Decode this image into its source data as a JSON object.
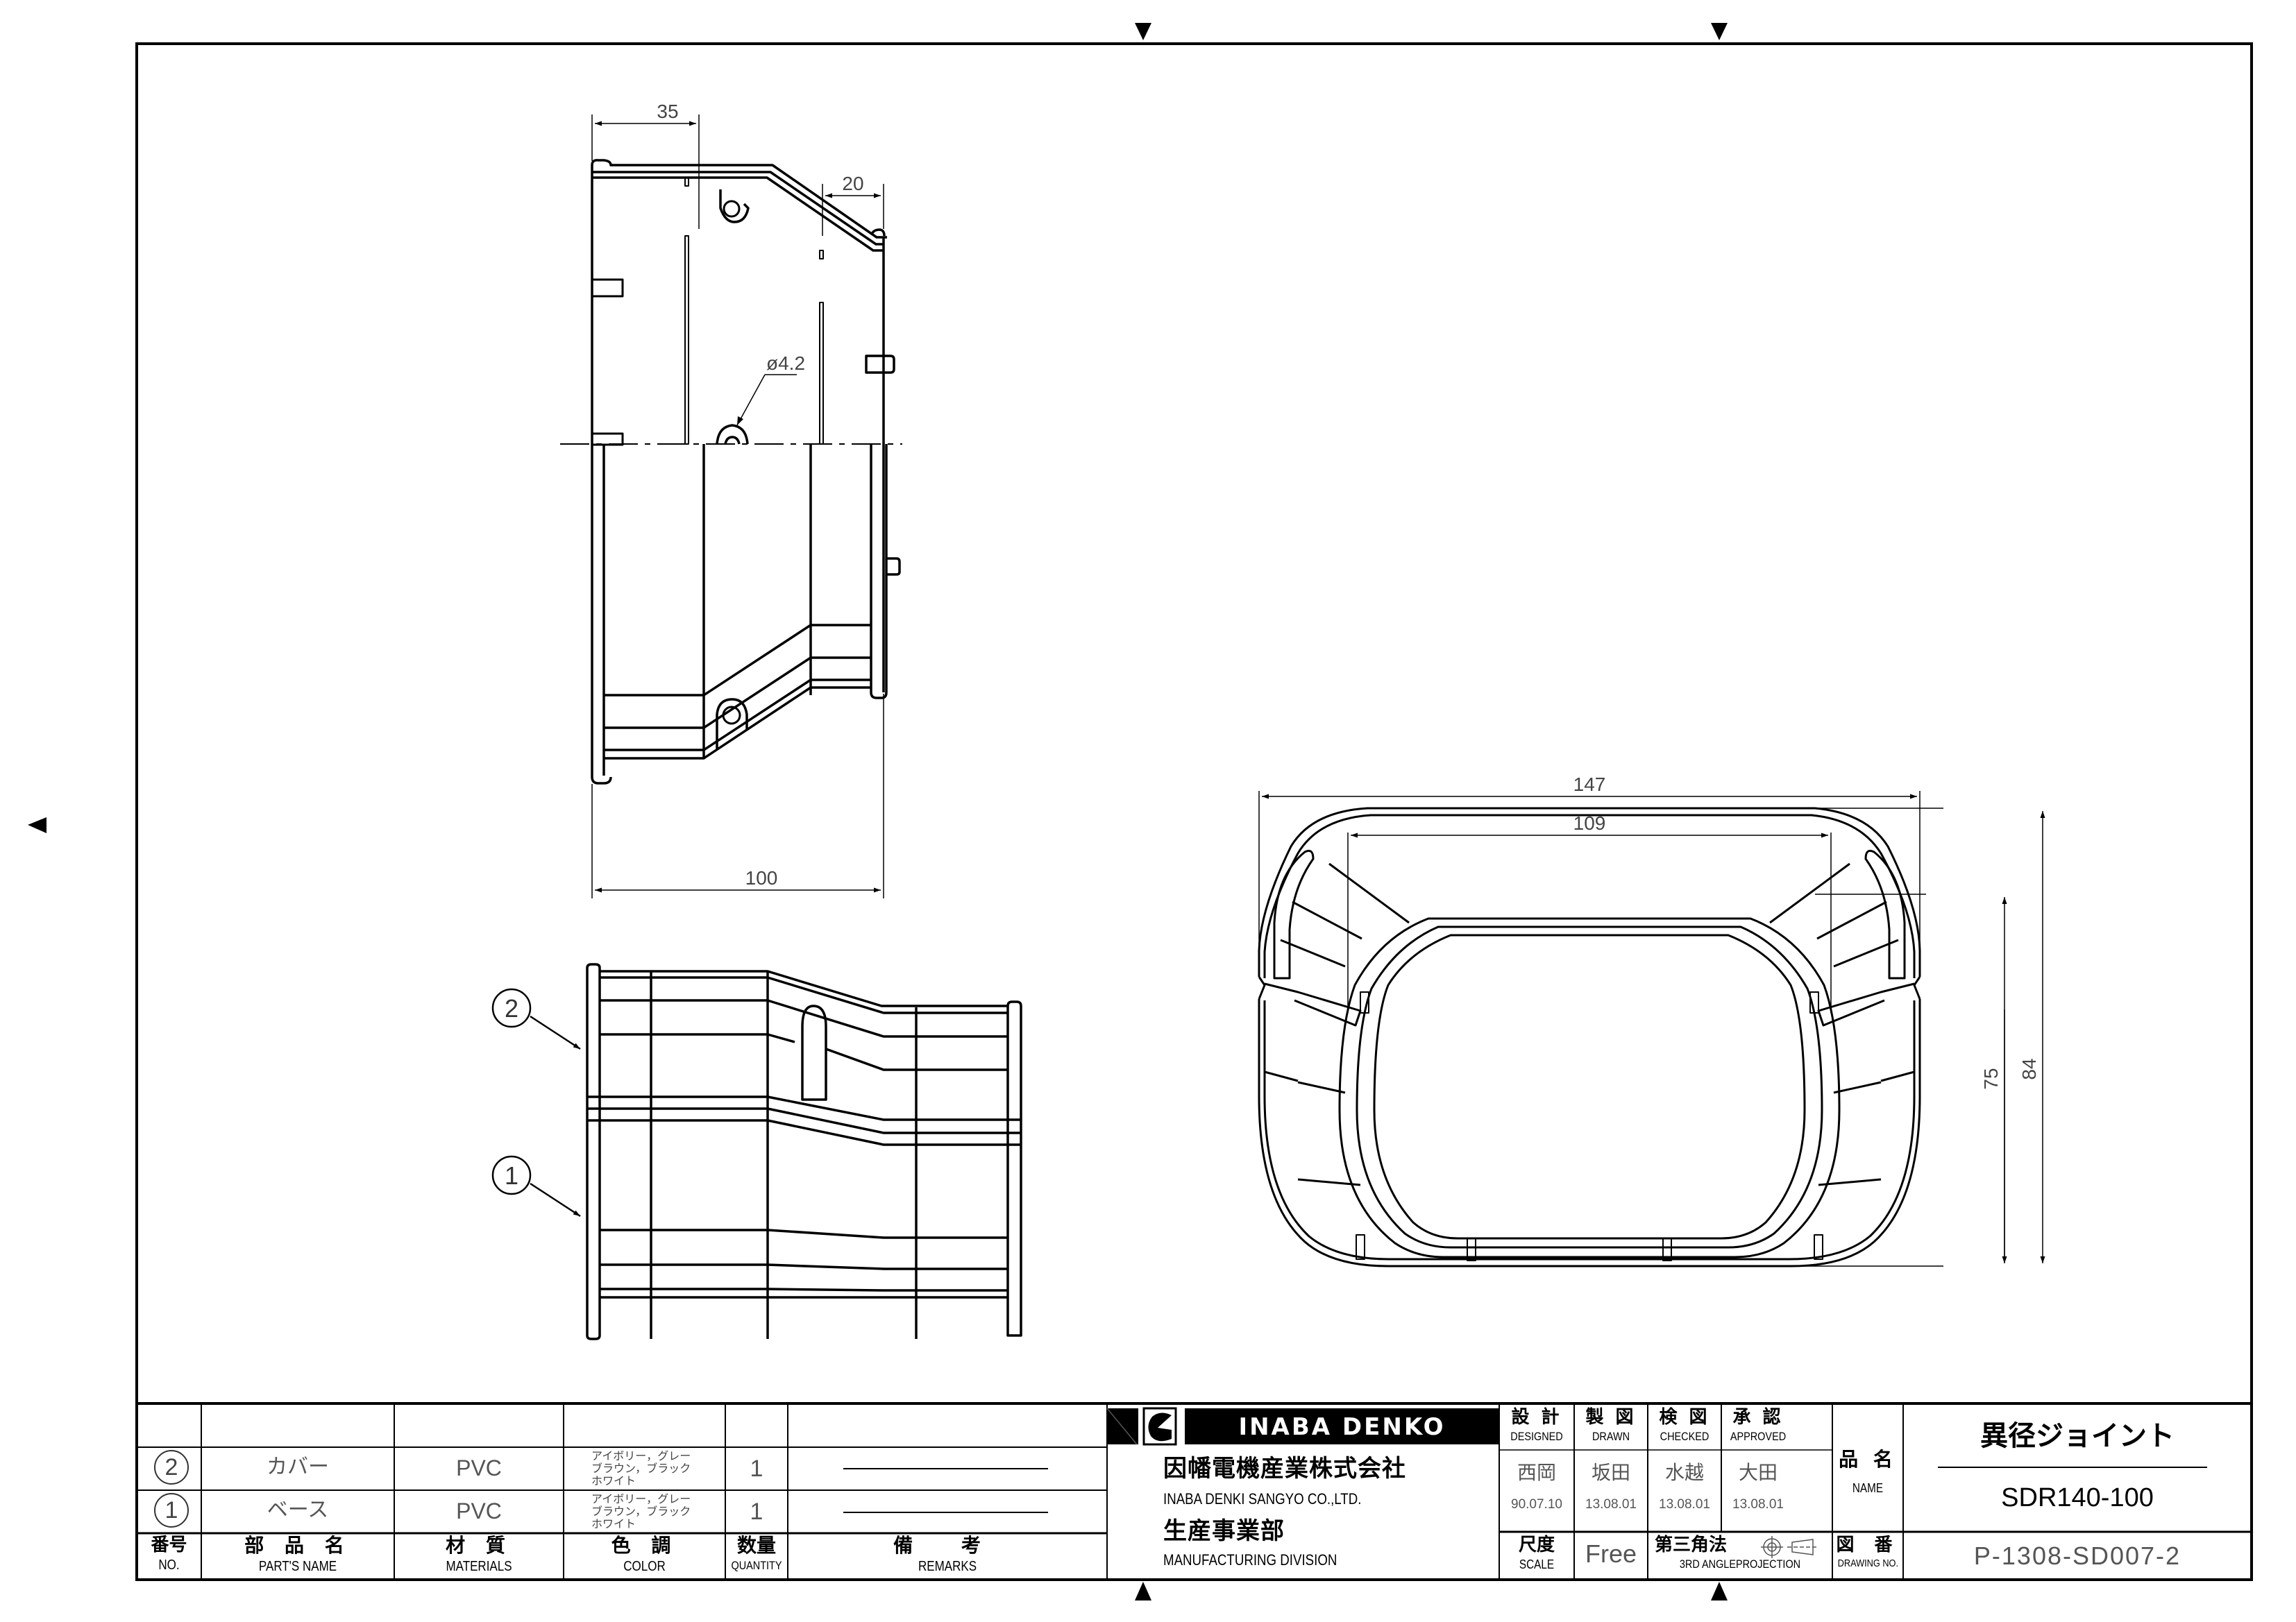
{
  "drawing": {
    "title_jp": "異径ジョイント",
    "model": "SDR140-100",
    "drawing_no": "P-1308-SD007-2",
    "scale_value": "Free",
    "projection_jp": "第三角法",
    "projection_en": "3RD ANGLEPROJECTION"
  },
  "views": {
    "top_view": {
      "dims": {
        "left_socket": "35",
        "right_socket": "20",
        "overall_length": "100",
        "hole_diameter": "ø4.2"
      }
    },
    "end_view": {
      "dims": {
        "outer_width": "147",
        "inner_width": "109",
        "inner_height": "75",
        "outer_height": "84"
      }
    },
    "side_view": {
      "balloons": [
        {
          "label": "2",
          "part": "cover"
        },
        {
          "label": "1",
          "part": "base"
        }
      ]
    }
  },
  "parts_table": {
    "headers": [
      {
        "jp": "番号",
        "en": "NO."
      },
      {
        "jp": "部 品 名",
        "en": "PART'S NAME"
      },
      {
        "jp": "材 質",
        "en": "MATERIALS"
      },
      {
        "jp": "色 調",
        "en": "COLOR"
      },
      {
        "jp": "数量",
        "en": "QUANTITY"
      },
      {
        "jp": "備 考",
        "en": "REMARKS"
      }
    ],
    "rows": [
      {
        "no": "2",
        "name": "カバー",
        "material": "PVC",
        "color_lines": [
          "アイボリー，グレー",
          "ブラウン，ブラック",
          "ホワイト"
        ],
        "quantity": "1",
        "remarks": ""
      },
      {
        "no": "1",
        "name": "ベース",
        "material": "PVC",
        "color_lines": [
          "アイボリー，グレー",
          "ブラウン，ブラック",
          "ホワイト"
        ],
        "quantity": "1",
        "remarks": ""
      }
    ]
  },
  "company": {
    "brand": "INABA DENKO",
    "name_jp": "因幡電機産業株式会社",
    "name_en": "INABA DENKI SANGYO CO.,LTD.",
    "division_jp": "生産事業部",
    "division_en": "MANUFACTURING DIVISION"
  },
  "approvals": [
    {
      "role_jp": "設 計",
      "role_en": "DESIGNED",
      "name": "西岡",
      "date": "90.07.10"
    },
    {
      "role_jp": "製 図",
      "role_en": "DRAWN",
      "name": "坂田",
      "date": "13.08.01"
    },
    {
      "role_jp": "検 図",
      "role_en": "CHECKED",
      "name": "水越",
      "date": "13.08.01"
    },
    {
      "role_jp": "承 認",
      "role_en": "APPROVED",
      "name": "大田",
      "date": "13.08.01"
    }
  ],
  "labels": {
    "name_jp": "品 名",
    "name_en": "NAME",
    "scale_jp": "尺度",
    "scale_en": "SCALE",
    "drawing_no_jp": "図 番",
    "drawing_no_en": "DRAWING NO."
  }
}
